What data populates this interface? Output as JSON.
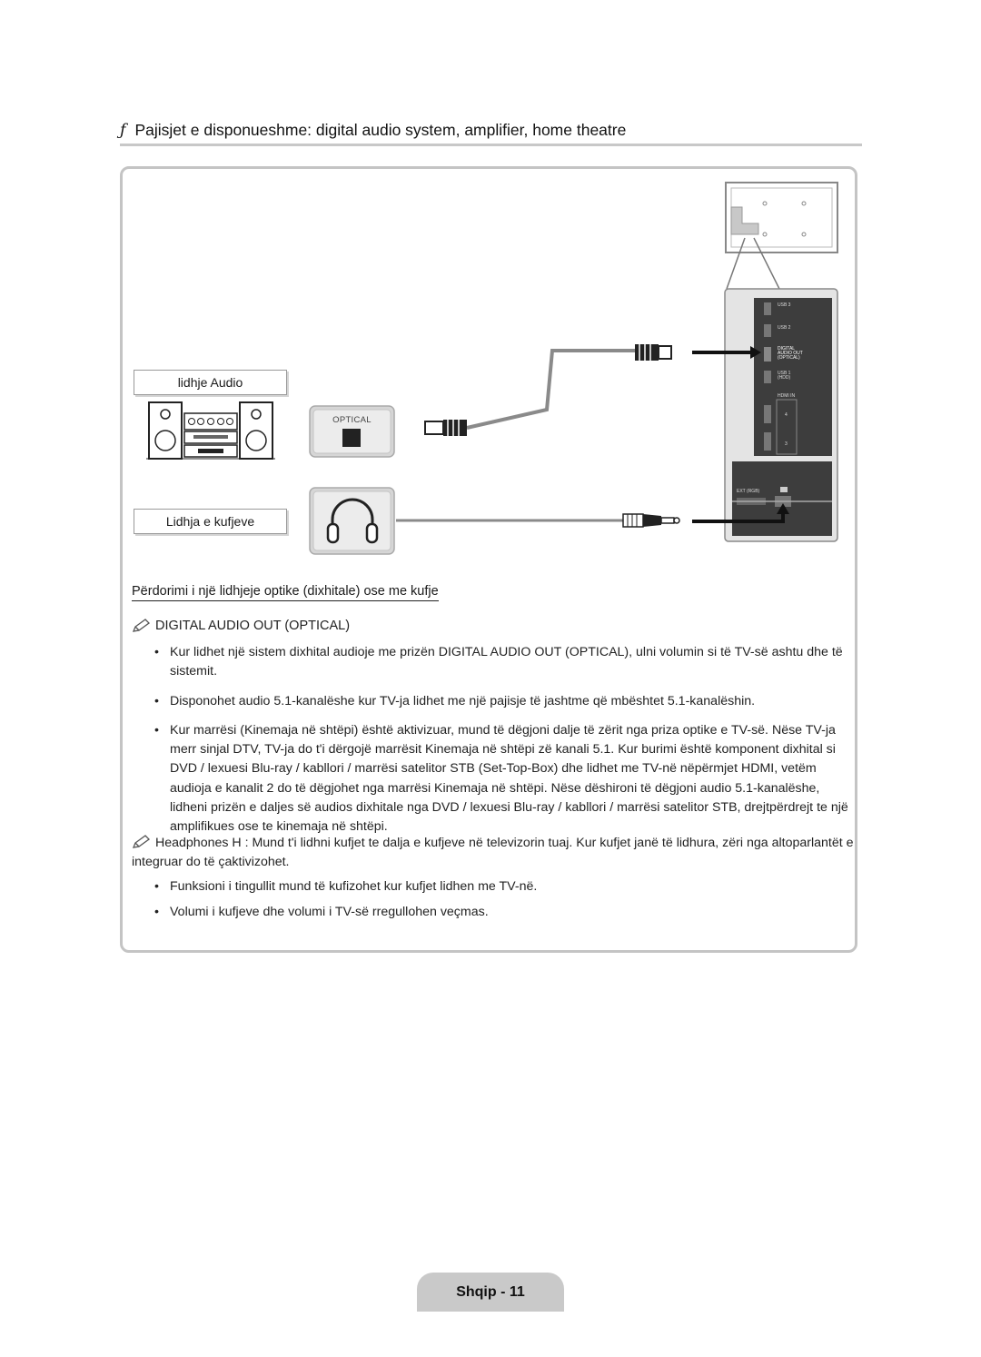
{
  "heading": {
    "bullet": "ƒ",
    "text": "Pajisjet e disponueshme: digital audio system, amplifier, home theatre"
  },
  "diagram": {
    "audio_label": "lidhje Audio",
    "headphone_label": "Lidhja e kufjeve",
    "optical_panel_text": "OPTICAL",
    "tv_ports": {
      "usb3": "USB 3",
      "usb2": "USB 2",
      "digital_audio_out": [
        "DIGITAL",
        "AUDIO OUT",
        "(OPTICAL)"
      ],
      "usb1": [
        "USB 1",
        "(HDD)"
      ],
      "hdmi_in": "HDMI IN",
      "hdmi_4": "4",
      "hdmi_3": "3",
      "ext_rgb": "EXT (RGB)"
    }
  },
  "usage_title": "Përdorimi i një lidhjeje optike (dixhitale) ose me kufje",
  "optical_note": {
    "title": "DIGITAL AUDIO OUT (OPTICAL)",
    "bullets": [
      "Kur lidhet një sistem dixhital audioje me prizën DIGITAL AUDIO OUT (OPTICAL), ulni volumin si të TV-së ashtu dhe të sistemit.",
      "Disponohet audio 5.1-kanalëshe kur TV-ja lidhet me një pajisje të jashtme që mbështet 5.1-kanalëshin.",
      "Kur marrësi (Kinemaja në shtëpi) është aktivizuar, mund të dëgjoni dalje të zërit nga priza optike e TV-së. Nëse TV-ja merr sinjal DTV, TV-ja do t'i dërgojë marrësit Kinemaja në shtëpi zë kanali 5.1. Kur burimi është komponent dixhital si DVD / lexuesi Blu-ray / kabllori / marrësi satelitor STB (Set-Top-Box) dhe lidhet me TV-në nëpërmjet HDMI, vetëm audioja e kanalit 2 do të dëgjohet nga marrësi Kinemaja në shtëpi. Nëse dëshironi të dëgjoni audio 5.1-kanalëshe, lidheni prizën e daljes së audios dixhitale nga DVD / lexuesi Blu-ray / kabllori / marrësi satelitor STB, drejtpërdrejt te një amplifikues ose te kinemaja në shtëpi."
    ]
  },
  "headphones_note": {
    "text": "Headphones H  : Mund t'i lidhni kufjet te dalja e kufjeve në televizorin tuaj. Kur kufjet janë të lidhura, zëri nga altoparlantët e integruar do të çaktivizohet.",
    "bullets": [
      "Funksioni i tingullit mund të kufizohet kur kufjet lidhen me TV-në.",
      "Volumi i kufjeve dhe volumi i TV-së rregullohen veçmas."
    ]
  },
  "footer": "Shqip - 11"
}
